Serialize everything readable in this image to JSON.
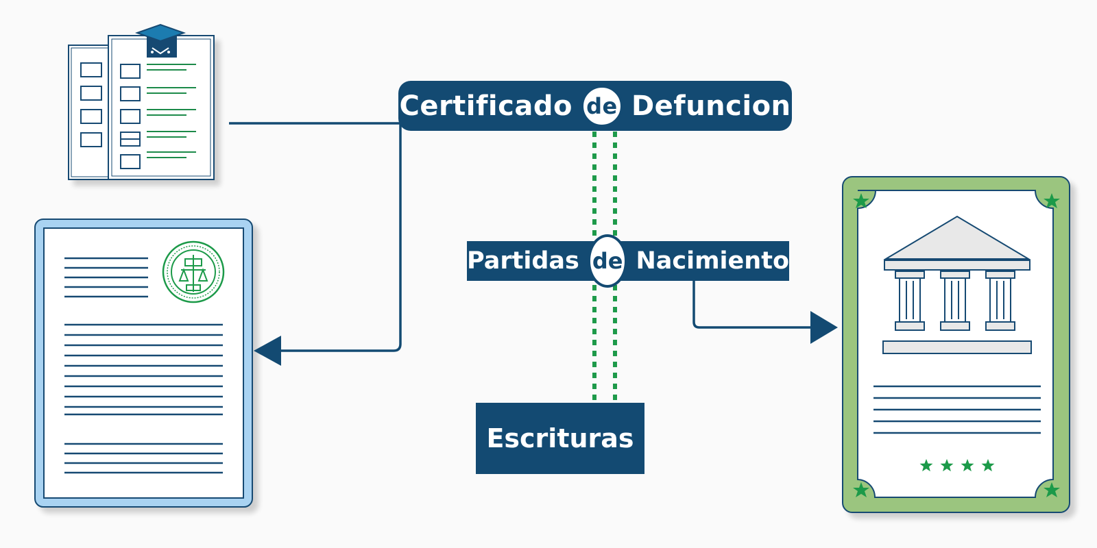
{
  "nodes": {
    "defuncion": {
      "before": "Certificado",
      "connector": "de",
      "after": "Defuncion"
    },
    "nacimiento": {
      "before": "Partidas",
      "connector": "de",
      "after": "Nacimiento"
    },
    "escrituras": {
      "label": "Escrituras"
    }
  },
  "icons": {
    "top_left": "checklist-form-document-icon",
    "bottom_left": "sealed-legal-document-icon",
    "right": "government-building-certificate-icon"
  },
  "colors": {
    "navy": "#134a72",
    "green": "#1e9a4a",
    "light_blue": "#a9d3f2",
    "light_green": "#9bc57f",
    "background": "#fafafa"
  },
  "certificate_star_count": 4
}
